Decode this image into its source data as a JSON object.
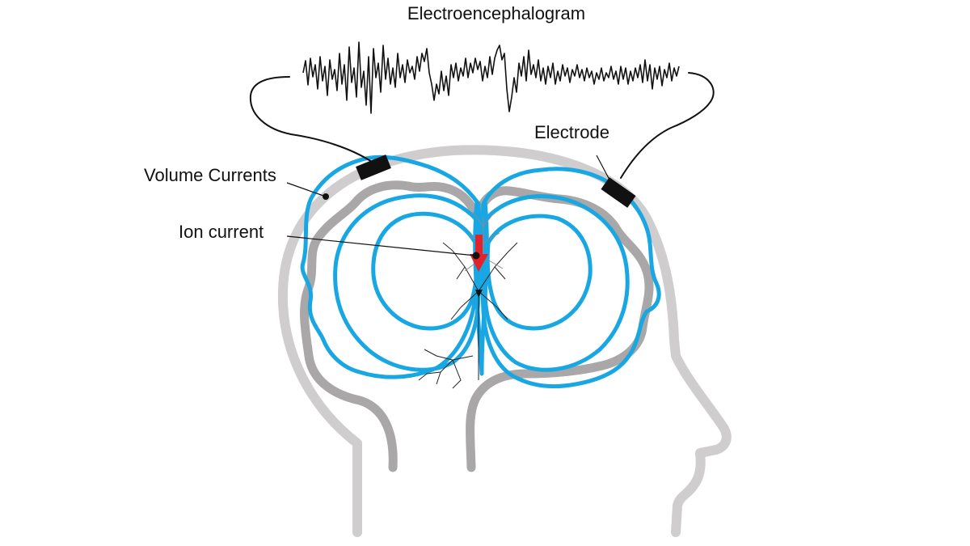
{
  "labels": {
    "eeg_title": "Electroencephalogram",
    "electrode": "Electrode",
    "volume_currents": "Volume Currents",
    "ion_current": "Ion current"
  },
  "colors": {
    "head_outline": "#cfcdcd",
    "brain_outline": "#a9a7a7",
    "volume_currents": "#18a7e3",
    "ion_current_arrow": "#e3232b",
    "wire": "#111111",
    "electrode": "#111111"
  },
  "icons": {
    "electrode": "electrode-pad",
    "neuron": "pyramidal-neuron",
    "dipole": "red-arrow-down"
  }
}
